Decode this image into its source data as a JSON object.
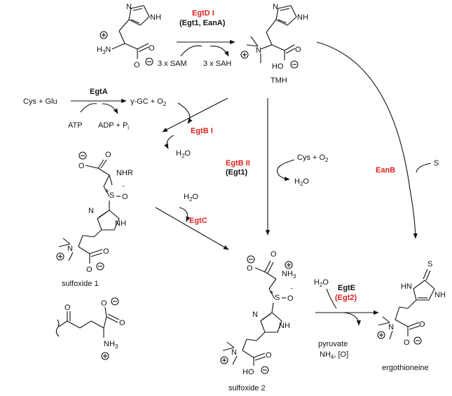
{
  "reactions": {
    "r1": {
      "enzyme": "EgtD I",
      "enzyme_alt": "(Egt1, EanA)",
      "left_sub": "3 x SAM",
      "right_sub": "3 x SAH"
    },
    "r2": {
      "enzyme": "EgtA",
      "reactants": "Cys + Glu",
      "cofactor_in": "ATP",
      "cofactor_out": "ADP + P",
      "cofactor_out_sub": "i",
      "product": "γ-GC + O",
      "product_sub": "2"
    },
    "r3": {
      "enzyme": "EgtB I",
      "water": "H",
      "water_sub": "2",
      "water_o": "O"
    },
    "r4": {
      "enzyme": "EgtB II",
      "enzyme_alt": "(Egt1)",
      "cosub": "Cys + O",
      "cosub_sub": "2",
      "water": "H",
      "water_sub": "2",
      "water_o": "O"
    },
    "r5": {
      "enzyme": "EanB",
      "sulfur": "S"
    },
    "r6": {
      "enzyme": "EgtC",
      "water": "H",
      "water_sub": "2",
      "water_o": "O"
    },
    "r7": {
      "enzyme": "EgtE",
      "enzyme_alt": "(Egt2)",
      "water": "H",
      "water_sub": "2",
      "water_o": "O",
      "byproduct1": "pyruvate",
      "byproduct2": "NH",
      "byproduct2_sub": "4",
      "byproduct2_rest": ", [O]"
    }
  },
  "compounds": {
    "tmh": "TMH",
    "sulfoxide1": "sulfoxide 1",
    "sulfoxide2": "sulfoxide 2",
    "ergothioneine": "ergothioneine"
  },
  "atoms": {
    "nh": "NH",
    "n": "N",
    "o": "O",
    "h3n": "H",
    "h3n_sub": "3",
    "h3n_n": "N",
    "ho": "HO",
    "nhr": "NHR",
    "nh3": "NH",
    "nh3_sub": "3",
    "s": "S",
    "hn": "HN",
    "plus": "+",
    "minus": "–"
  }
}
